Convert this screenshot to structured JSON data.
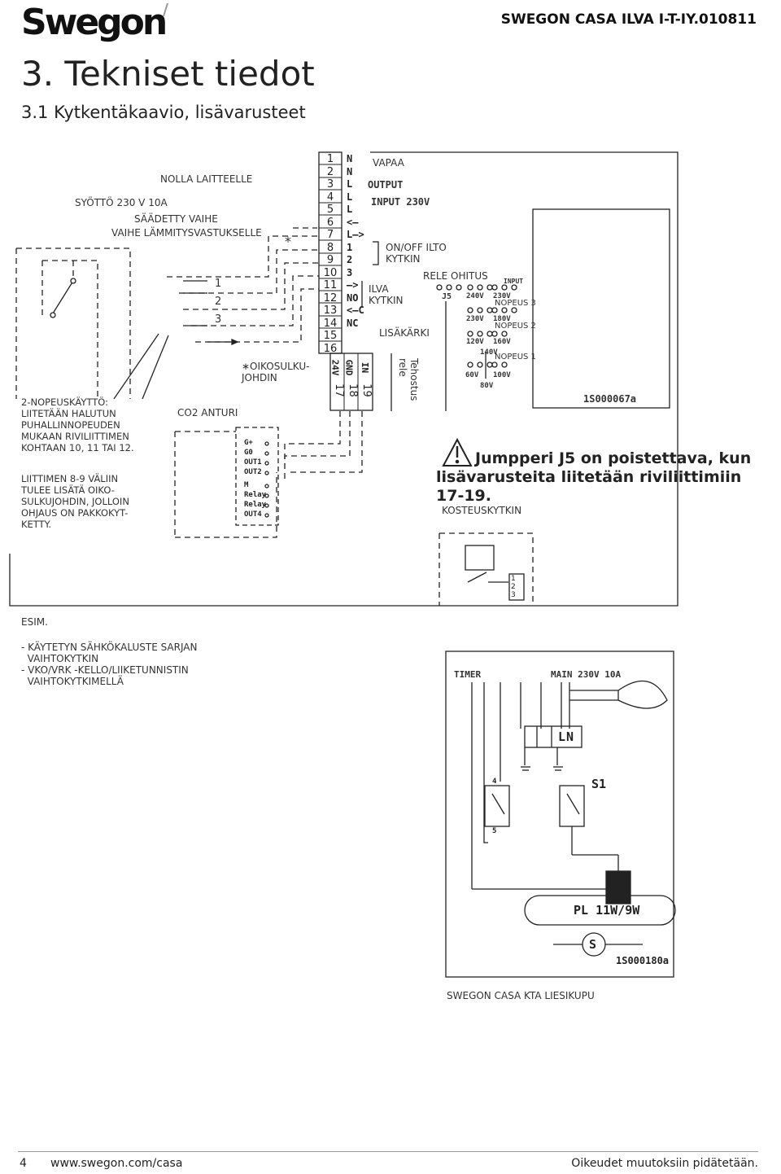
{
  "header": {
    "logo": "Swegon",
    "doc_code": "SWEGON CASA ILVA I-T-IY.010811",
    "title": "3. Tekniset tiedot",
    "subtitle": "3.1 Kytkentäkaavio, lisävarusteet"
  },
  "diagram1": {
    "labels": {
      "nolla": "NOLLA LAITTEELLE",
      "syotto": "SYÖTTÖ 230 V 10A",
      "saadetty": "SÄÄDETTY VAIHE",
      "vaihe_lammitys": "VAIHE LÄMMITYSVASTUKSELLE",
      "co2": "CO2 ANTURI",
      "oikosulkujohdin": "∗OIKOSULKU-\nJOHDIN",
      "vapaa": "VAPAA",
      "output": "OUTPUT",
      "input230": "INPUT 230V",
      "onoff": "ON/OFF ILTO\nKYTKIN",
      "ilva": "ILVA\nKYTKIN",
      "lisakarki": "LISÄKÄRKI",
      "tehostus": "Tehostus\nrele",
      "rele_ohitus": "RELE OHITUS",
      "j5": "J5",
      "input": "INPUT",
      "nopeus3": "NOPEUS 3",
      "nopeus2": "NOPEUS 2",
      "nopeus1": "NOPEUS 1",
      "code1": "1S000067a",
      "kosteus": "KOSTEUSKYTKIN",
      "star": "*"
    },
    "switch_numbers": [
      "1",
      "2",
      "3"
    ],
    "terminals": [
      "1",
      "2",
      "3",
      "4",
      "5",
      "6",
      "7",
      "8",
      "9",
      "10",
      "11",
      "12",
      "13",
      "14",
      "15",
      "16"
    ],
    "terminal_marks": [
      "",
      "",
      "N",
      "N",
      "L",
      "L",
      "L",
      "<–",
      "L–>",
      "1",
      "2",
      "3",
      "–>",
      "NO",
      "<–C",
      "NC"
    ],
    "bottom_terminals": [
      "17",
      "18",
      "19"
    ],
    "bottom_marks": [
      "24V",
      "GND",
      "IN"
    ],
    "co2_pins": [
      "G+",
      "G0",
      "OUT1",
      "OUT2",
      "M",
      "Relay",
      "Relay",
      "OUT4"
    ],
    "voltages": {
      "v240": "240V",
      "v230a": "230V",
      "v230b": "230V",
      "v180": "180V",
      "v120": "120V",
      "v160": "160V",
      "v140": "140V",
      "v60": "60V",
      "v100": "100V",
      "v80": "80V"
    },
    "hum_pins": [
      "1",
      "2",
      "3"
    ]
  },
  "notes": {
    "two_speed": "2-NOPEUSKÄYTTÖ: LIITETÄÄN HALUTUN PUHALLINNOPEUDEN MUKAAN RIVILIITTIMEN KOHTAAN 10, 11 TAI 12.",
    "terminal_89": "LIITTIMEN 8-9 VÄLIIN TULEE LISÄTÄ OIKO-SULKUJOHDIN, JOLLOIN OHJAUS ON PAKKOKYT-KETTY.",
    "warning": "Jumpperi J5 on poistettava, kun lisävarusteita liitetään riviliittimiin 17-19."
  },
  "example": {
    "title": "ESIM.",
    "line1": "- KÄYTETYN SÄHKÖKALUSTE SARJAN",
    "line2": "  VAIHTOKYTKIN",
    "line3": "- VKO/VRK -KELLO/LIIKETUNNISTIN",
    "line4": "  VAIHTOKYTKIMELLÄ"
  },
  "diagram2": {
    "timer": "TIMER",
    "main": "MAIN 230V 10A",
    "l": "L",
    "n": "N",
    "s1": "S1",
    "pin4": "4",
    "pin5": "5",
    "lamp": "PL 11W/9W",
    "s": "S",
    "code": "1S000180a",
    "caption": "SWEGON CASA KTA LIESIKUPU"
  },
  "footer": {
    "page": "4",
    "url": "www.swegon.com/casa",
    "rights": "Oikeudet muutoksiin pidätetään."
  }
}
